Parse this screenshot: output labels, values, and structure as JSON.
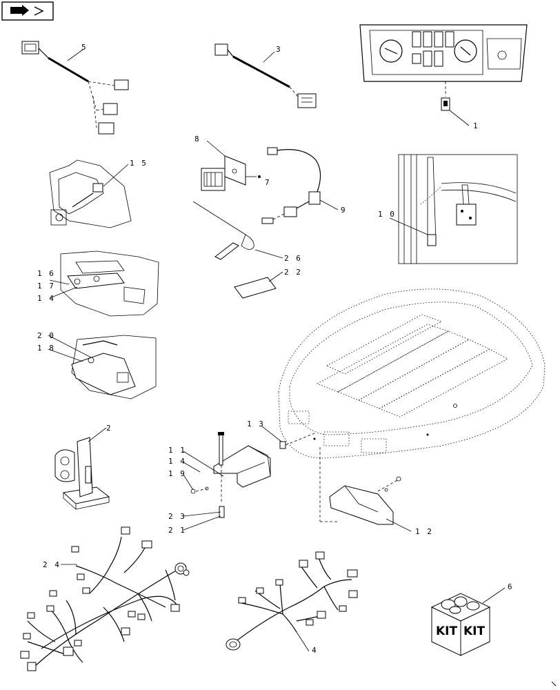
{
  "diagram": {
    "callouts": [
      {
        "id": "c5",
        "text": "5"
      },
      {
        "id": "c3",
        "text": "3"
      },
      {
        "id": "c1",
        "text": "1"
      },
      {
        "id": "c15",
        "text": "1 5"
      },
      {
        "id": "c8",
        "text": "8"
      },
      {
        "id": "c7",
        "text": "7"
      },
      {
        "id": "c9",
        "text": "9"
      },
      {
        "id": "c10",
        "text": "1 0"
      },
      {
        "id": "c26",
        "text": "2 6"
      },
      {
        "id": "c22",
        "text": "2 2"
      },
      {
        "id": "c16",
        "text": "1 6"
      },
      {
        "id": "c17",
        "text": "1 7"
      },
      {
        "id": "c14a",
        "text": "1 4"
      },
      {
        "id": "c20",
        "text": "2 0"
      },
      {
        "id": "c18",
        "text": "1 8"
      },
      {
        "id": "c2",
        "text": "2"
      },
      {
        "id": "c13",
        "text": "1 3"
      },
      {
        "id": "c11",
        "text": "1 1"
      },
      {
        "id": "c14b",
        "text": "1 4"
      },
      {
        "id": "c19",
        "text": "1 9"
      },
      {
        "id": "c23",
        "text": "2 3"
      },
      {
        "id": "c21",
        "text": "2 1"
      },
      {
        "id": "c12",
        "text": "1 2"
      },
      {
        "id": "c24",
        "text": "2 4"
      },
      {
        "id": "c4",
        "text": "4"
      },
      {
        "id": "c6",
        "text": "6"
      }
    ],
    "kit_box": {
      "face_left": "KIT",
      "face_right": "KIT"
    },
    "nav_icon": "arrow-forward-icon"
  }
}
